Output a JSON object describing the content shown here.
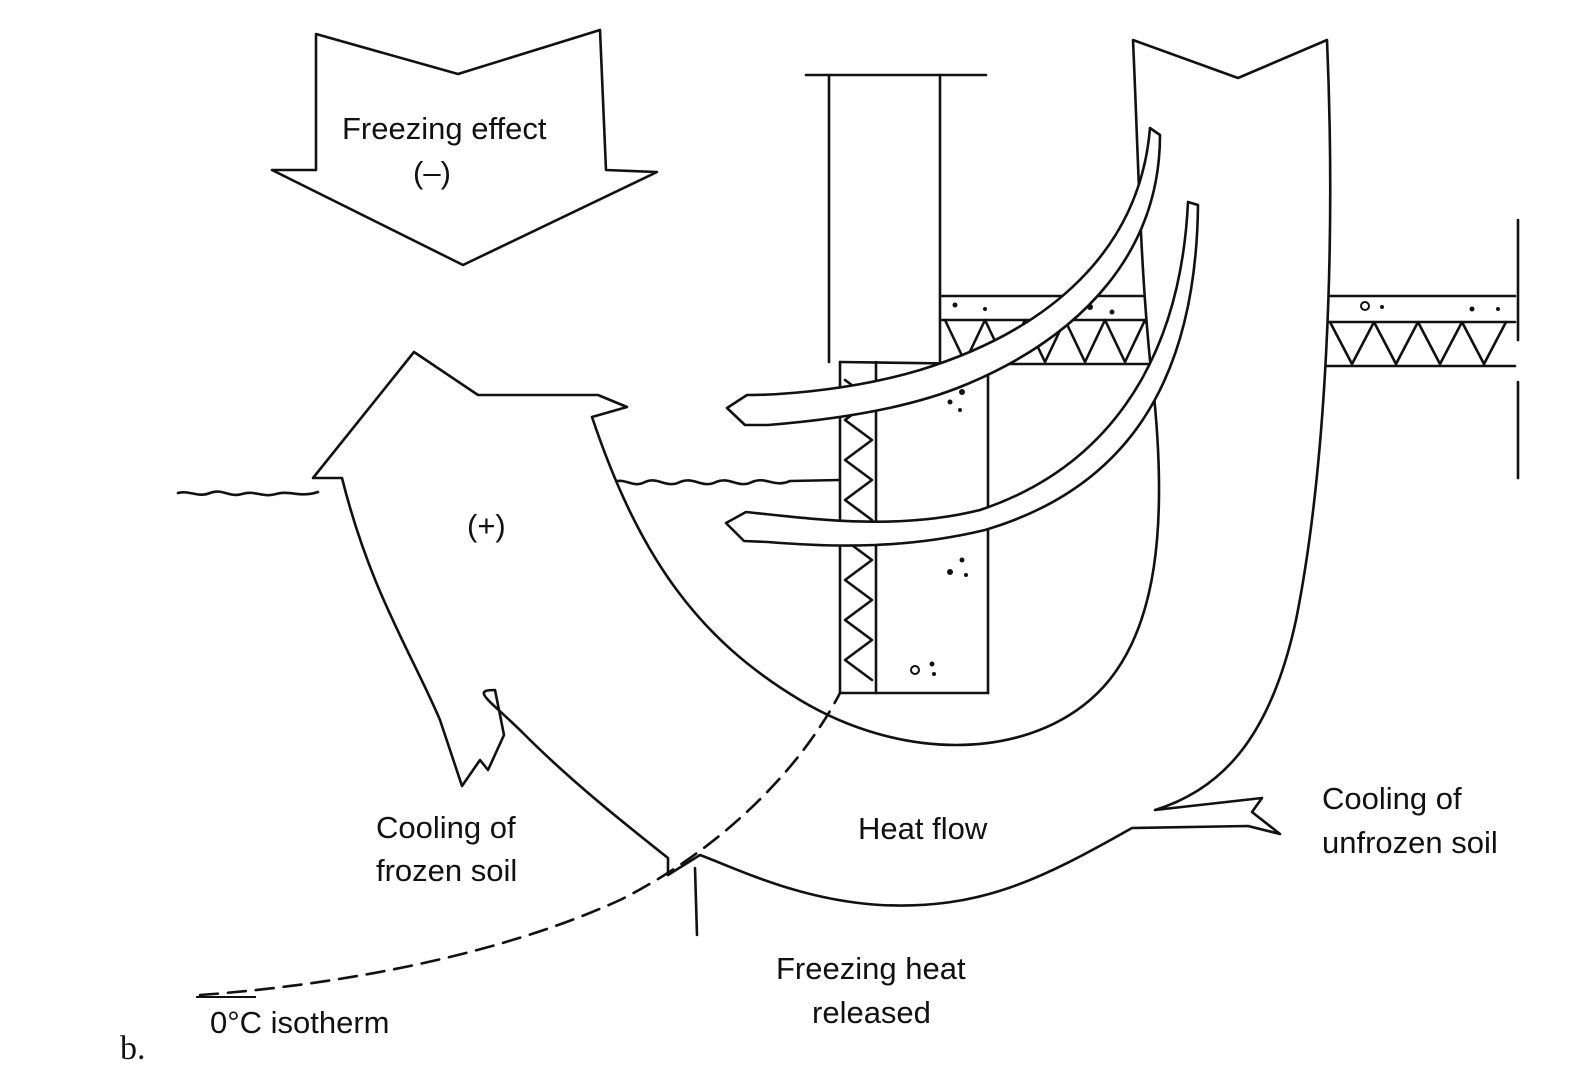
{
  "figure": {
    "panel_label": "b."
  },
  "labels": {
    "freezing_effect": "Freezing effect",
    "freezing_effect_sign": "(–)",
    "plus_sign": "(+)",
    "cooling_frozen_1": "Cooling of",
    "cooling_frozen_2": "frozen soil",
    "heat_flow": "Heat flow",
    "cooling_unfrozen_1": "Cooling of",
    "cooling_unfrozen_2": "unfrozen soil",
    "freezing_heat_1": "Freezing heat",
    "freezing_heat_2": "released",
    "isotherm": "0°C isotherm"
  },
  "colors": {
    "ink": "#111111",
    "paper": "#ffffff"
  }
}
